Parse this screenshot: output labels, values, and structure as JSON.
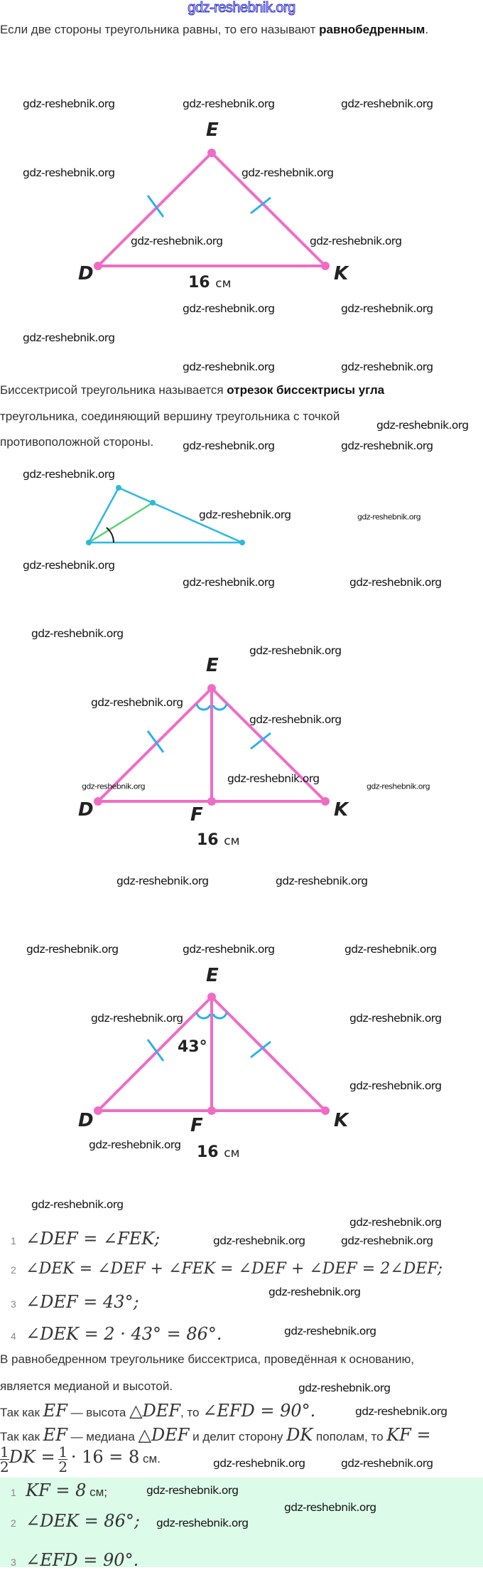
{
  "header": {
    "watermark": "gdz-reshebnik.org"
  },
  "watermark": "gdz-reshebnik.org",
  "intro": {
    "text": "Если две стороны треугольника равны, то его называют ",
    "bold": "равнобедренным",
    "end": "."
  },
  "figure1": {
    "labels": {
      "E": "E",
      "D": "D",
      "K": "K"
    },
    "base_value": "16",
    "base_unit": "см"
  },
  "bisector_def": {
    "line1_text": "Биссектрисой треугольника называется ",
    "line1_bold": "отрезок биссектрисы угла",
    "line2": "треугольника, соединяющий вершину треугольника с точкой",
    "line3": "противоположной стороны."
  },
  "figure3": {
    "labels": {
      "E": "E",
      "D": "D",
      "F": "F",
      "K": "K"
    },
    "base_value": "16",
    "base_unit": "см"
  },
  "figure4": {
    "labels": {
      "E": "E",
      "D": "D",
      "F": "F",
      "K": "K"
    },
    "base_value": "16",
    "base_unit": "см",
    "angle": "43°"
  },
  "steps": [
    {
      "n": "1",
      "expr": "∠DEF = ∠FEK;"
    },
    {
      "n": "2",
      "expr": "∠DEK = ∠DEF + ∠FEK = ∠DEF + ∠DEF = 2∠DEF;"
    },
    {
      "n": "3",
      "expr": "∠DEF = 43°;"
    },
    {
      "n": "4",
      "expr": "∠DEK = 2 · 43° = 86°."
    }
  ],
  "property": {
    "line1": "В равнобедренном треугольнике биссектриса, проведённая к основанию,",
    "line2": "является медианой и высотой."
  },
  "height_line": {
    "a": "Так как ",
    "m1": "EF",
    "b": " — высота ",
    "m2": "△DEF",
    "c": ", то ",
    "m3": "∠EFD = 90°."
  },
  "median_line": {
    "a": "Так как ",
    "m1": "EF",
    "b": " — медиана ",
    "m2": "△DEF",
    "c": " и делит сторону ",
    "m3": "DK",
    "d": " пополам, то ",
    "m4": "KF ="
  },
  "median_calc": {
    "num": "1",
    "den": "2",
    "m1": "DK =",
    "m2": "· 16 = 8",
    "unit": " см."
  },
  "answer": [
    {
      "n": "1",
      "expr": "KF = 8",
      "unit": " см;"
    },
    {
      "n": "2",
      "expr": "∠DEK = 86°;"
    },
    {
      "n": "3",
      "expr": "∠EFD = 90°."
    }
  ]
}
